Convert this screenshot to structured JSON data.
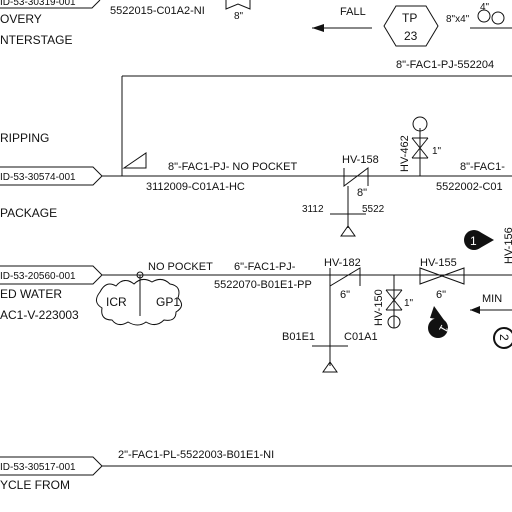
{
  "labels": {
    "top_frag": "ID-53-30319-001",
    "recovery": "OVERY",
    "interstage": "NTERSTAGE",
    "top_line": "5522015-C01A2-NI",
    "top_size": "8\"",
    "fall": "FALL",
    "tp": "TP",
    "tp_num": "23",
    "top_right_size": "8\"x4\"",
    "top_right_size2": "4\"",
    "top_right_line": "8\"-FAC1-PJ-552204",
    "stripping": "RIPPING",
    "package": "PACKAGE",
    "conn1": "ID-53-30574-001",
    "line1_spec": "8\"-FAC1-PJ- NO POCKET",
    "line1_num": "3112009-C01A1-HC",
    "hv158": "HV-158",
    "hv158_size": "8\"",
    "hv462": "HV-462",
    "hv462_size": "1\"",
    "line1_right": "8\"-FAC1-",
    "line1_right2": "5522002-C01",
    "spec_left": "3112",
    "spec_right": "5522",
    "bubble1": "1",
    "hv156": "HV-156",
    "conn2": "ID-53-20560-001",
    "water": "ED WATER",
    "equip": "AC1-V-223003",
    "no_pocket2": "NO POCKET",
    "line2_spec": "6\"-FAC1-PJ-",
    "line2_num": "5522070-B01E1-PP",
    "hv182": "HV-182",
    "hv182_size": "6\"",
    "hv155": "HV-155",
    "hv155_size": "6\"",
    "hv150": "HV-150",
    "hv150_size": "1\"",
    "icr": "ICR",
    "gp1": "GP1",
    "min": "MIN",
    "bubble2": "2",
    "bubble_rot": "1",
    "b01e1": "B01E1",
    "c01a1": "C01A1",
    "conn3": "ID-53-30517-001",
    "line3": "2\"-FAC1-PL-5522003-B01E1-NI",
    "recycle": "YCLE FROM"
  }
}
